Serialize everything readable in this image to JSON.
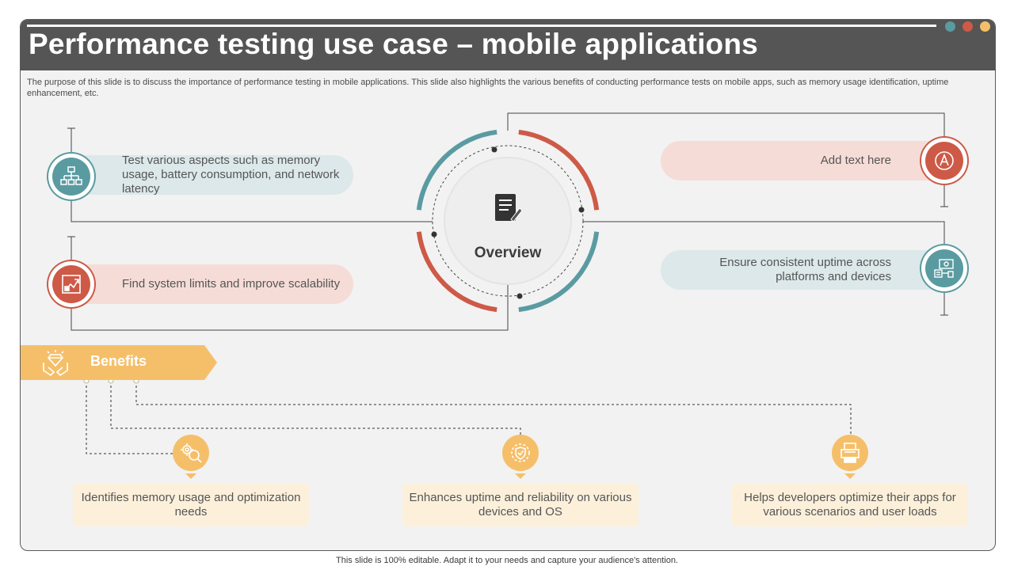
{
  "slide": {
    "title": "Performance testing use case – mobile applications",
    "subtitle": "The purpose of this slide is to discuss the importance of performance testing in mobile applications. This slide also highlights the various benefits of conducting performance tests on mobile apps, such as memory usage identification, uptime enhancement, etc.",
    "footer": "This slide is 100% editable. Adapt it to your needs and capture your audience's attention."
  },
  "colors": {
    "teal": "#5a9ba1",
    "red": "#cd5a47",
    "orange": "#f5bf6a",
    "dark": "#555555"
  },
  "window_dots": [
    {
      "name": "teal-dot",
      "color": "#5a9ba1"
    },
    {
      "name": "red-dot",
      "color": "#cd5a47"
    },
    {
      "name": "orange-dot",
      "color": "#f5bf6a"
    }
  ],
  "overview": {
    "label": "Overview",
    "icon": "document-pen-icon",
    "items": [
      {
        "text": "Test various aspects such as memory usage, battery consumption, and network latency",
        "icon": "network-diagram-icon",
        "color": "teal"
      },
      {
        "text": "Find system limits and improve scalability",
        "icon": "growth-chart-icon",
        "color": "red"
      },
      {
        "text": "Add text here",
        "icon": "text-a-icon",
        "color": "red"
      },
      {
        "text": "Ensure consistent uptime across platforms and devices",
        "icon": "devices-gear-icon",
        "color": "teal"
      }
    ]
  },
  "benefits": {
    "label": "Benefits",
    "icon": "hands-diamond-icon",
    "items": [
      {
        "text": "Identifies memory usage and optimization needs",
        "icon": "gear-magnifier-icon"
      },
      {
        "text": "Enhances uptime and reliability on various devices and OS",
        "icon": "shield-check-gear-icon"
      },
      {
        "text": "Helps developers optimize their apps for various scenarios and user loads",
        "icon": "scenario-printer-icon"
      }
    ]
  }
}
